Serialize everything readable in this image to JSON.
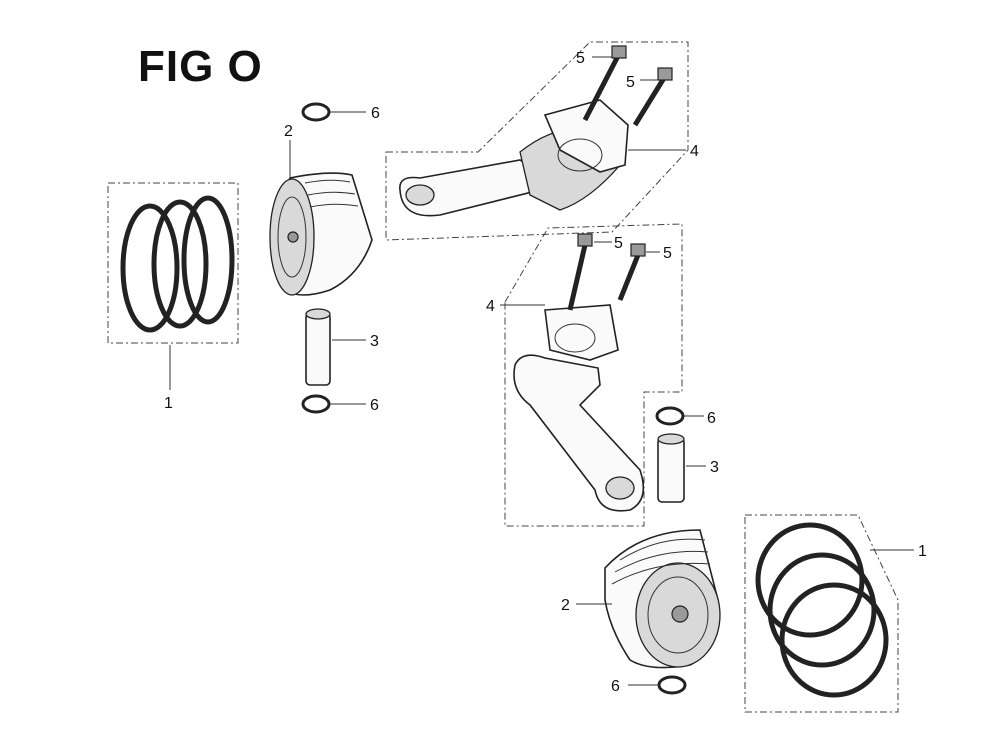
{
  "figure": {
    "title": "FIG O"
  },
  "callouts": {
    "ring_set_left": "1",
    "piston_left": "2",
    "pin_left": "3",
    "clip_left_top": "6",
    "clip_left_bottom": "6",
    "rod_top": "4",
    "bolt_top_a": "5",
    "bolt_top_b": "5",
    "rod_middle": "4",
    "bolt_mid_a": "5",
    "bolt_mid_b": "5",
    "clip_right_top": "6",
    "pin_right": "3",
    "ring_set_right": "1",
    "piston_right": "2",
    "clip_right_bottom": "6"
  }
}
